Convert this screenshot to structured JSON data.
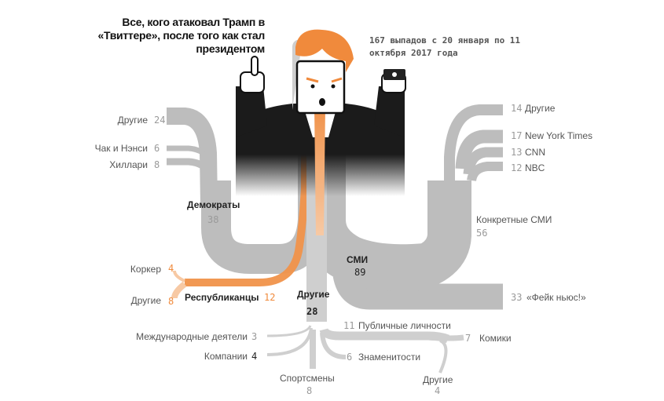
{
  "title": "Все, кого атаковал Трамп в «Твиттере», после того как стал президентом",
  "subtitle": "167 выпадов с 20 января по 11 октября 2017 года",
  "colors": {
    "gray": "#bdbdbd",
    "orange": "#f0924a",
    "light_orange": "#f7c9a4",
    "suit": "#1b1b1b",
    "hair": "#f08a3c"
  },
  "nodes": {
    "democrats": {
      "label": "Демократы",
      "value": "38"
    },
    "media": {
      "label": "СМИ",
      "value": "89"
    },
    "republicans": {
      "label": "Республиканцы",
      "value": "12"
    },
    "others": {
      "label": "Другие",
      "value": "28"
    },
    "specific_media": {
      "label": "Конкретные СМИ",
      "value": "56"
    }
  },
  "left_branches": [
    {
      "label": "Другие",
      "value": "24"
    },
    {
      "label": "Чак и Нэнси",
      "value": "6"
    },
    {
      "label": "Хиллари",
      "value": "8"
    }
  ],
  "republican_branches": [
    {
      "label": "Коркер",
      "value": "4"
    },
    {
      "label": "Другие",
      "value": "8"
    }
  ],
  "media_branches": [
    {
      "label": "Другие",
      "value": "14"
    },
    {
      "label": "New York Times",
      "value": "17"
    },
    {
      "label": "CNN",
      "value": "13"
    },
    {
      "label": "NBC",
      "value": "12"
    },
    {
      "label": "«Фейк ньюс!»",
      "value": "33"
    }
  ],
  "other_branches": [
    {
      "label": "Международные деятели",
      "value": "3"
    },
    {
      "label": "Компании",
      "value": "4"
    },
    {
      "label": "Спортсмены",
      "value": "8"
    },
    {
      "label": "Публичные личности",
      "value": "11"
    },
    {
      "label": "Знаменитости",
      "value": "6"
    },
    {
      "label": "Комики",
      "value": "7"
    },
    {
      "label": "Другие",
      "value": "4"
    }
  ]
}
